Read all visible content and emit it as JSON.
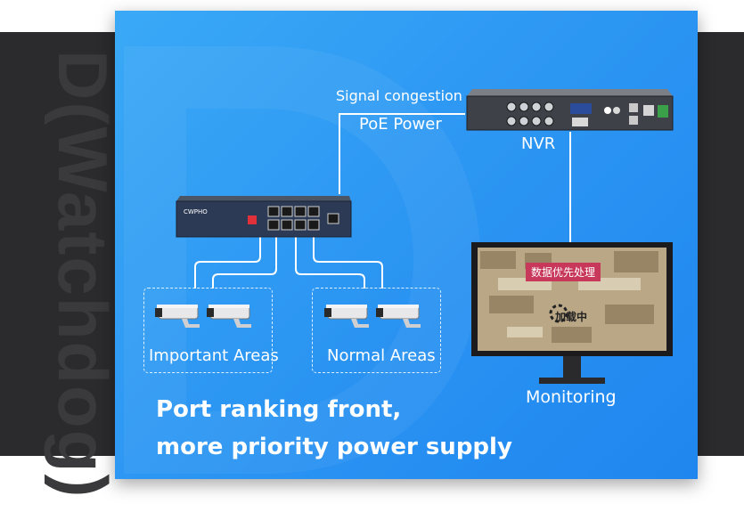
{
  "background_watermark": "D(Watchdog)",
  "colors": {
    "card_blue": "#2d97f3",
    "dark_band": "#2b2b2d",
    "wire": "#ffffff",
    "screen_banner": "#c7385b"
  },
  "diagram": {
    "signal_label": "Signal congestion",
    "poe_label": "PoE Power",
    "nvr_label": "NVR",
    "monitoring_label": "Monitoring",
    "important_areas_label": "Important Areas",
    "normal_areas_label": "Normal Areas",
    "switch_brand": "CWPHO",
    "monitor_banner": "数据优先处理",
    "monitor_loading": "加载中"
  },
  "headline": {
    "line1": "Port ranking front,",
    "line2": "more priority power supply"
  }
}
